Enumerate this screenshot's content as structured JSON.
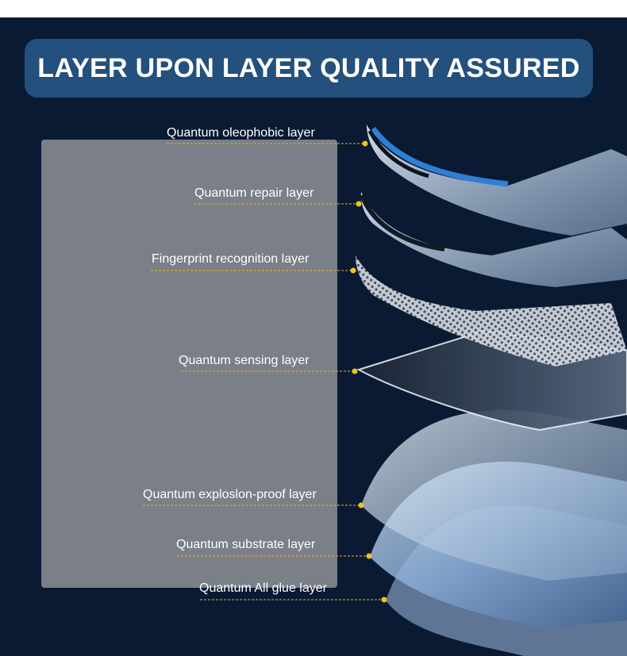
{
  "banner": {
    "title": "LAYER UPON LAYER QUALITY ASSURED"
  },
  "layers": [
    {
      "name": "Quantum oleophobic layer"
    },
    {
      "name": "Quantum repair layer"
    },
    {
      "name": "Fingerprint recognition layer"
    },
    {
      "name": "Quantum sensing layer"
    },
    {
      "name": "Quantum exploslon-proof layer"
    },
    {
      "name": "Quantum substrate layer"
    },
    {
      "name": "Quantum All glue layer"
    }
  ],
  "colors": {
    "background": "#0a1a33",
    "banner": "#24507d",
    "panel": "#7a7f88",
    "leader_line": "#e8b21a"
  }
}
